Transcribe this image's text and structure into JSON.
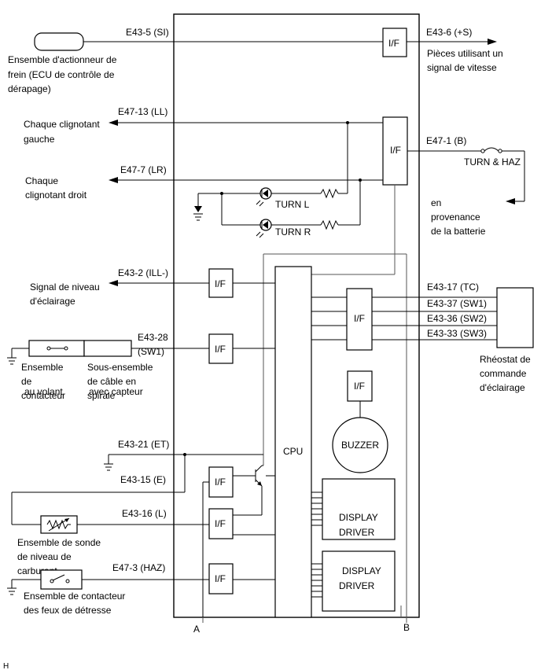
{
  "signals": {
    "si": "E43-5 (SI)",
    "plus_s": "E43-6 (+S)",
    "ll": "E47-13 (LL)",
    "b": "E47-1 (B)",
    "lr": "E47-7 (LR)",
    "ill": "E43-2 (ILL-)",
    "tc": "E43-17 (TC)",
    "sw1_37": "E43-37 (SW1)",
    "sw2_36": "E43-36 (SW2)",
    "sw3_33": "E43-33 (SW3)",
    "e43_28": "E43-28",
    "sw1_28": "(SW1)",
    "et": "E43-21 (ET)",
    "e": "E43-15 (E)",
    "l": "E43-16 (L)",
    "haz": "E47-3 (HAZ)"
  },
  "blocks": {
    "if": "I/F",
    "cpu": "CPU",
    "buzzer": "BUZZER",
    "display_driver_1": [
      "DISPLAY",
      "DRIVER"
    ],
    "display_driver_2": [
      "DISPLAY",
      "DRIVER"
    ],
    "turn_l": "TURN L",
    "turn_r": "TURN R",
    "fuse": "TURN & HAZ"
  },
  "labels": {
    "brake_actuator": [
      "Ensemble d'actionneur de",
      "frein (ECU de contrôle de",
      "dérapage)"
    ],
    "speed_signal": [
      "Pièces utilisant un",
      "signal de vitesse"
    ],
    "left_turn": [
      "Chaque clignotant",
      "gauche"
    ],
    "right_turn": [
      "Chaque",
      "clignotant droit"
    ],
    "battery": [
      "en",
      "provenance",
      "de la batterie"
    ],
    "illumination": [
      "Signal de niveau",
      "d'éclairage"
    ],
    "rheostat": [
      "Rhéostat de",
      "commande",
      "d'éclairage"
    ],
    "switch_col1": [
      "Ensemble",
      "de",
      "contacteur"
    ],
    "switch_col1_overlap": "au volant",
    "switch_col2": [
      "Sous-ensemble",
      "de câble en",
      "spirale"
    ],
    "switch_col2_overlap": "avec capteur",
    "fuel_sender": [
      "Ensemble de sonde",
      "de niveau de",
      "carburant"
    ],
    "hazard_switch": [
      "Ensemble de contacteur",
      "des feux de détresse"
    ],
    "point_a": "A",
    "point_b": "B",
    "corner": "H"
  },
  "colors": {
    "line": "#000000",
    "background": "#ffffff"
  }
}
